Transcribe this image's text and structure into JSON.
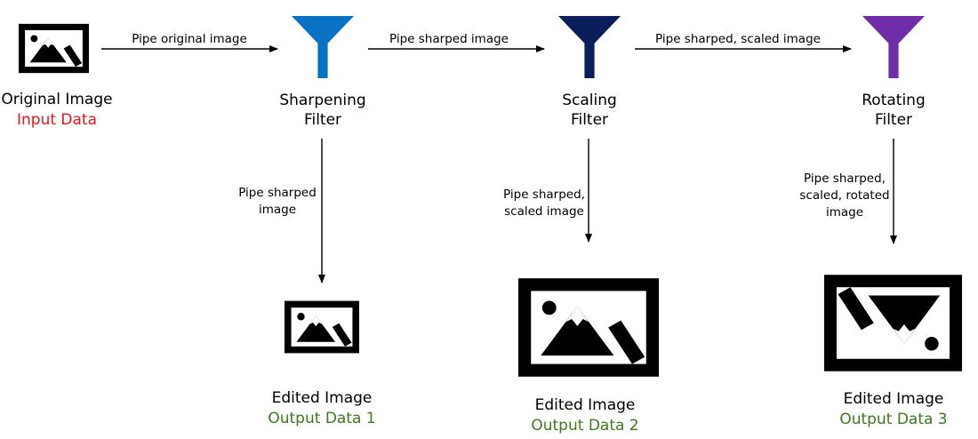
{
  "colors": {
    "input": "#e8141c",
    "output": "#3d7a1f",
    "filter_sharpening": "#0a72c4",
    "filter_scaling": "#0b1e5c",
    "filter_rotating": "#6f2da8",
    "ink": "#000000"
  },
  "icons": {
    "image": "image-icon",
    "filter": "funnel-icon"
  },
  "source": {
    "title": "Original Image",
    "subtitle": "Input Data"
  },
  "filters": [
    {
      "title_line1": "Sharpening",
      "title_line2": "Filter"
    },
    {
      "title_line1": "Scaling",
      "title_line2": "Filter"
    },
    {
      "title_line1": "Rotating",
      "title_line2": "Filter"
    }
  ],
  "pipes": {
    "horizontal": [
      "Pipe original image",
      "Pipe sharped image",
      "Pipe sharped, scaled image"
    ],
    "vertical": [
      {
        "line1": "Pipe sharped",
        "line2": "image",
        "line3": ""
      },
      {
        "line1": "Pipe sharped,",
        "line2": "scaled image",
        "line3": ""
      },
      {
        "line1": "Pipe sharped,",
        "line2": "scaled, rotated",
        "line3": "image"
      }
    ]
  },
  "outputs": [
    {
      "title": "Edited Image",
      "subtitle": "Output Data 1"
    },
    {
      "title": "Edited Image",
      "subtitle": "Output Data 2"
    },
    {
      "title": "Edited Image",
      "subtitle": "Output Data 3"
    }
  ]
}
